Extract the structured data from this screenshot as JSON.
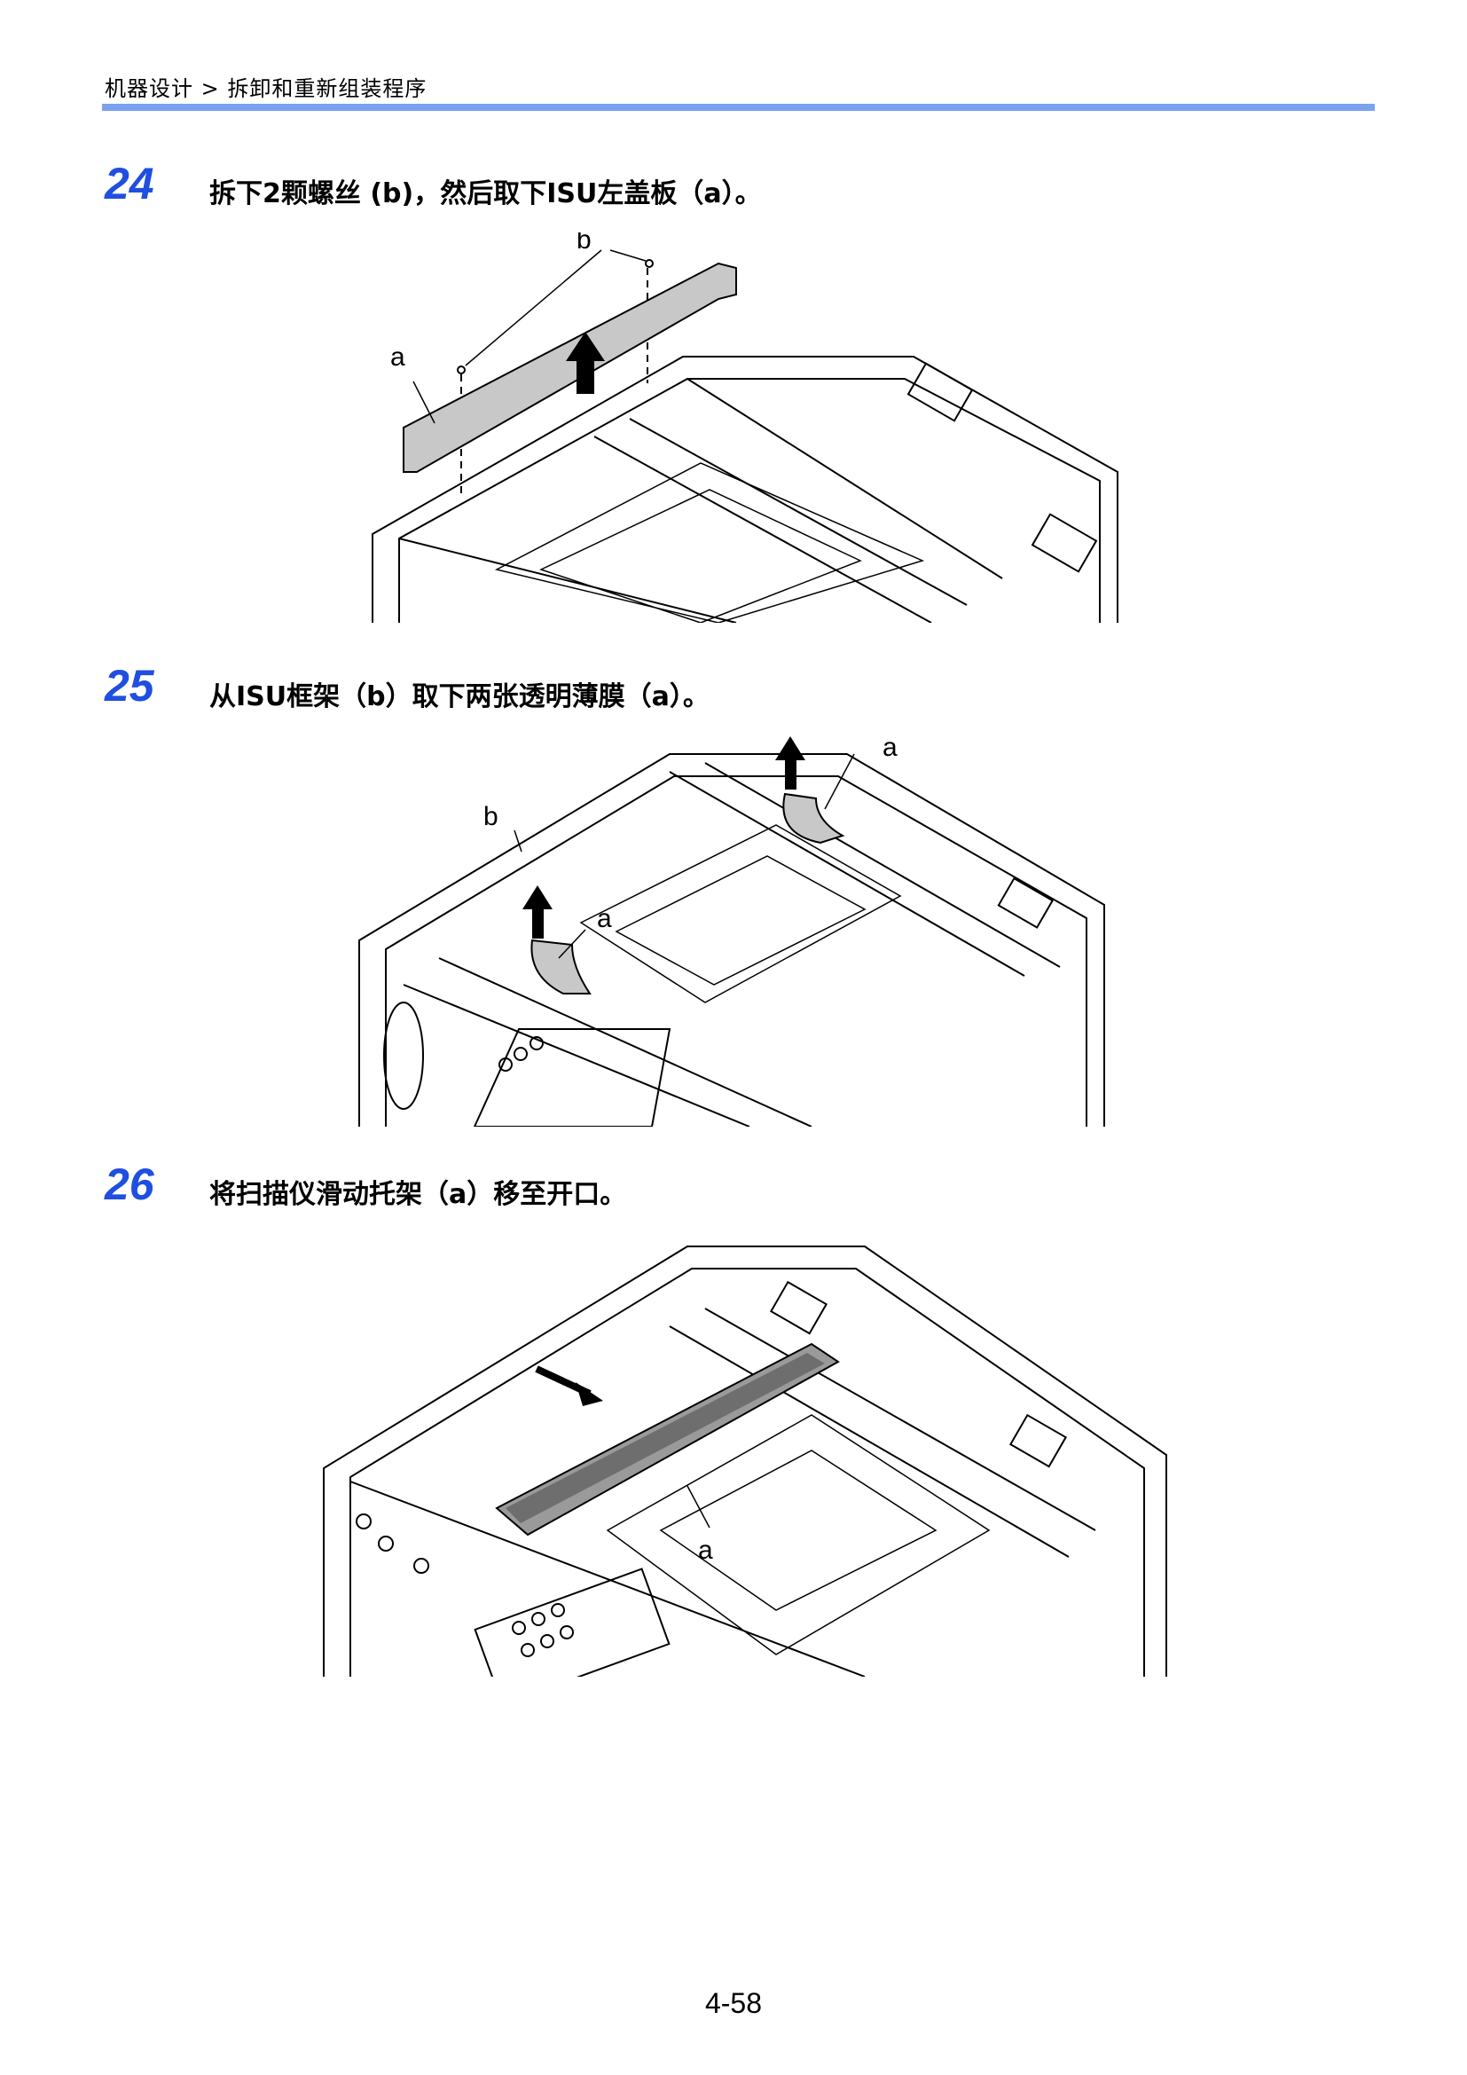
{
  "header": {
    "breadcrumb": "机器设计 > 拆卸和重新组装程序"
  },
  "steps": [
    {
      "number": "24",
      "text": "拆下2颗螺丝 (b)，然后取下ISU左盖板（a）。",
      "labels": {
        "a": "a",
        "b": "b"
      }
    },
    {
      "number": "25",
      "text": "从ISU框架（b）取下两张透明薄膜（a）。",
      "labels": {
        "a": "a",
        "b": "b"
      }
    },
    {
      "number": "26",
      "text": "将扫描仪滑动托架（a）移至开口。",
      "labels": {
        "a": "a"
      }
    }
  ],
  "footer": {
    "page_number": "4-58"
  },
  "colors": {
    "accent": "#1f4fe0",
    "rule": "#7aa2f0"
  }
}
